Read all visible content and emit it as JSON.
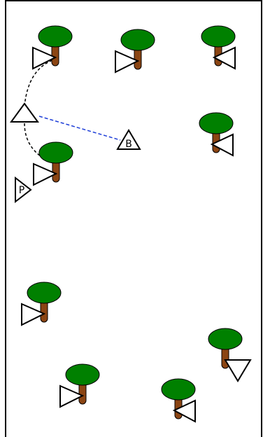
{
  "diagram": {
    "colors": {
      "background": "#ffffff",
      "border": "#000000",
      "canopy": "#008000",
      "trunk": "#8b4513",
      "marker_outline": "#000000",
      "marker_fill": "#ffffff",
      "path_line": "#000000",
      "sight_line": "#1f3fd8"
    },
    "trees": [
      {
        "id": "t1",
        "marker_direction": "right"
      },
      {
        "id": "t2",
        "marker_direction": "right"
      },
      {
        "id": "t3",
        "marker_direction": "left"
      },
      {
        "id": "t4",
        "marker_direction": "left"
      },
      {
        "id": "t5",
        "marker_direction": "right"
      },
      {
        "id": "t6",
        "marker_direction": "right"
      },
      {
        "id": "t7",
        "marker_direction": "down"
      },
      {
        "id": "t8",
        "marker_direction": "right"
      },
      {
        "id": "t9",
        "marker_direction": "left"
      }
    ],
    "observer": {
      "marker_direction": "up"
    },
    "marker_b": {
      "label": "B"
    },
    "marker_p": {
      "label": "P"
    },
    "lines": {
      "path_style": "dashed",
      "sight_style": "dashed"
    }
  }
}
